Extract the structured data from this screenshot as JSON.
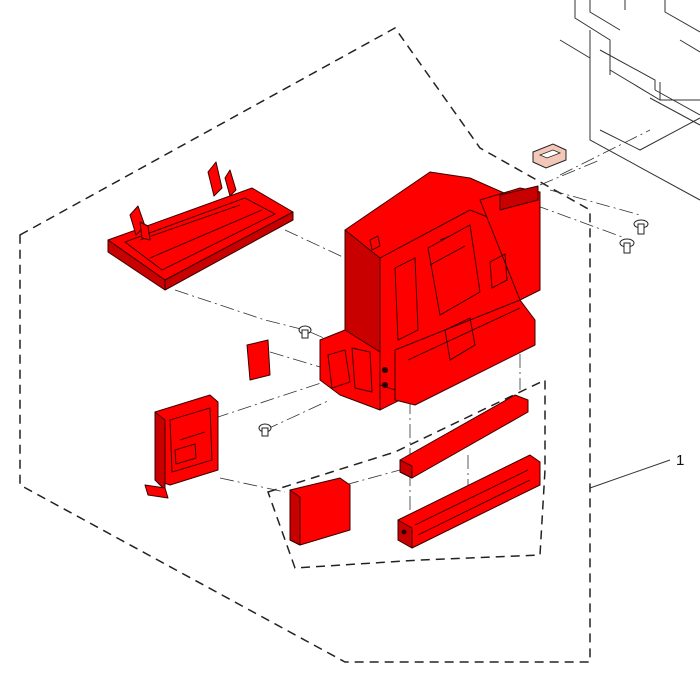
{
  "callout": {
    "label": "1"
  },
  "colors": {
    "highlight": "#ff0000",
    "outline": "#222222",
    "bracket_fill": "#f4c8b8",
    "background": "#ffffff"
  },
  "parts": [
    {
      "name": "paper-tray-cover",
      "highlighted": true
    },
    {
      "name": "main-housing",
      "highlighted": true
    },
    {
      "name": "small-pad",
      "highlighted": true
    },
    {
      "name": "side-bracket",
      "highlighted": true
    },
    {
      "name": "foam-block",
      "highlighted": true
    },
    {
      "name": "upper-rail",
      "highlighted": true
    },
    {
      "name": "lower-rail",
      "highlighted": true
    },
    {
      "name": "screw-upper",
      "highlighted": false
    },
    {
      "name": "screw-lower",
      "highlighted": false
    },
    {
      "name": "frame-bracket",
      "highlighted": false
    },
    {
      "name": "frame-screws",
      "highlighted": false
    },
    {
      "name": "machine-frame",
      "highlighted": false
    }
  ]
}
